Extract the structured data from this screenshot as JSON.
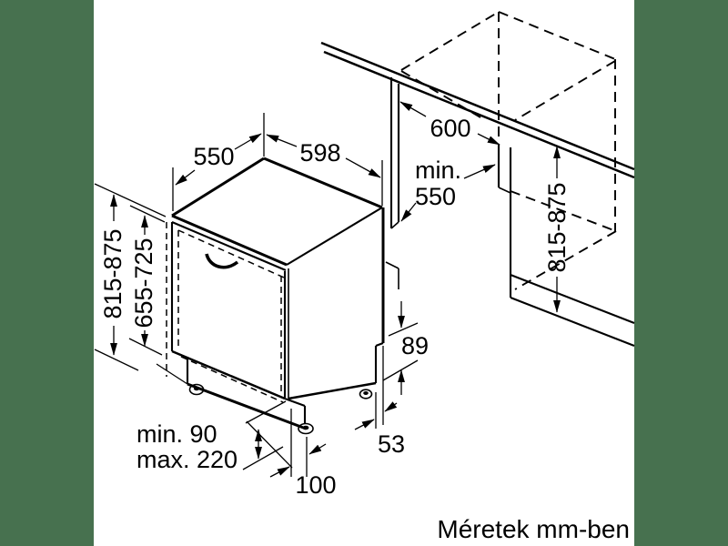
{
  "caption": "Méretek mm-ben",
  "colors": {
    "side_bar": "#47714f",
    "paper": "#ffffff",
    "ink": "#000000"
  },
  "dimensions": {
    "appliance_depth": "550",
    "appliance_width": "598",
    "worktop_depth": "600",
    "niche_depth_min_line1": "min.",
    "niche_depth_min_line2": "550",
    "niche_height_left": "815-875",
    "niche_height_right": "815-875",
    "door_height": "655-725",
    "rear_base_height": "89",
    "rear_foot_setback": "53",
    "front_foot_setback": "100",
    "plinth_line1": "min. 90",
    "plinth_line2": "max. 220"
  }
}
